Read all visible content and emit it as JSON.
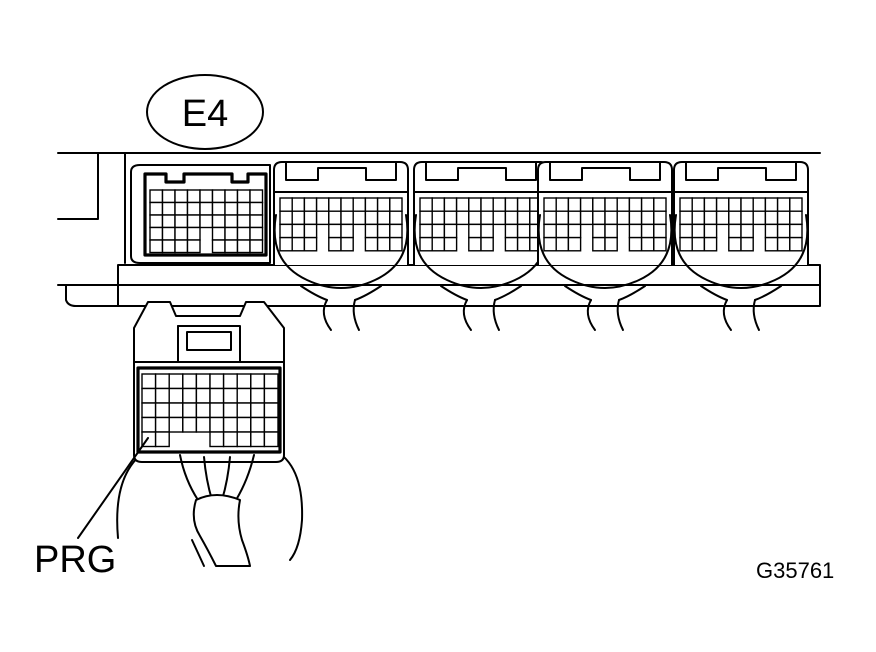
{
  "diagram": {
    "connector_code": "E4",
    "terminal_label": "PRG",
    "figure_id": "G35761"
  }
}
